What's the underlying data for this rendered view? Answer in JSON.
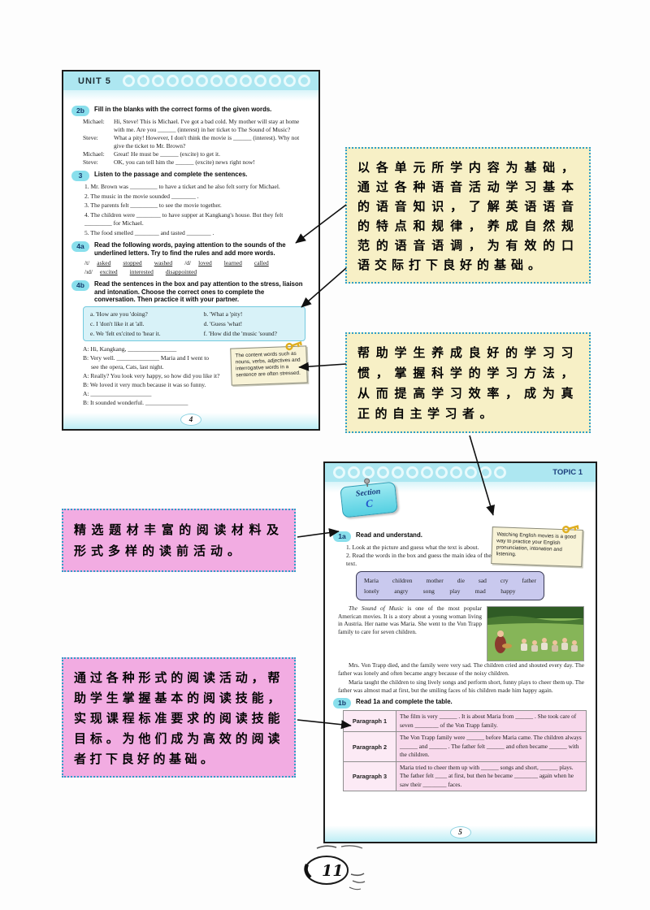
{
  "page1": {
    "header": "UNIT 5",
    "page_number": "4",
    "ex2b": {
      "num": "2b",
      "title": "Fill in the blanks with the correct forms of the given words.",
      "lines": [
        {
          "speaker": "Michael:",
          "text": "Hi, Steve! This is Michael. I've got a bad cold. My mother will stay at home with me. Are you ______ (interest) in her ticket to The Sound of Music?"
        },
        {
          "speaker": "Steve:",
          "text": "What a pity! However, I don't think the movie is ______ (interest). Why not give the ticket to Mr. Brown?"
        },
        {
          "speaker": "Michael:",
          "text": "Great! He must be ______ (excite) to get it."
        },
        {
          "speaker": "Steve:",
          "text": "OK, you can tell him the ______ (excite) news right now!"
        }
      ]
    },
    "ex3": {
      "num": "3",
      "title": "Listen to the passage and complete the sentences.",
      "items": [
        "1. Mr. Brown was _________ to have a ticket and he also felt sorry for Michael.",
        "2. The music in the movie sounded ________ .",
        "3. The parents felt _________ to see the movie together.",
        "4. The children were ________ to have supper at Kangkang's house. But they felt _________ for Michael.",
        "5. The food smelled ________ and tasted ________ ."
      ]
    },
    "ex4a": {
      "num": "4a",
      "title": "Read the following words, paying attention to the sounds of the underlined letters. Try to find the rules and add more words.",
      "row1": [
        "/t/",
        "asked",
        "stopped",
        "washed",
        "/d/",
        "loved",
        "learned",
        "called"
      ],
      "row2": [
        "/ɪd/",
        "excited",
        "interested",
        "disappointed"
      ]
    },
    "ex4b": {
      "num": "4b",
      "title": "Read the sentences in the box and pay attention to the stress, liaison and intonation. Choose the correct ones to complete the conversation. Then practice it with your partner.",
      "box": [
        "a. 'How are you 'doing?",
        "b. 'What a 'pity!",
        "c. I 'don't like it at 'all.",
        "d. 'Guess 'what!",
        "e. We 'felt ex'cited to 'hear it.",
        "f. 'How did the 'music 'sound?"
      ],
      "dialog": [
        "A: Hi, Kangkang, ________________",
        "B: Very well. ______________ Maria and I went to",
        "see the opera, Cats, last night.",
        "A: Really? You look very happy, so how did you like it?",
        "B: We loved it very much because it was so funny.",
        "A: ____________________",
        "B: It sounded wonderful. ______________"
      ],
      "note": "The content words such as nouns, verbs, adjectives and interrogative words in a sentence are often stressed."
    }
  },
  "page2": {
    "header": "TOPIC 1",
    "page_number": "5",
    "section_badge": {
      "line1": "Section",
      "line2": "C"
    },
    "ex1a": {
      "num": "1a",
      "title": "Read and understand.",
      "items": [
        "1. Look at the picture and guess what the text is about.",
        "2. Read the words in the box and guess the main idea of the text."
      ],
      "note": "Watching English movies is a good way to practice your English pronunciation, intonation and listening.",
      "wordbox_row1": [
        "Maria",
        "children",
        "mother",
        "die",
        "sad",
        "cry",
        "father"
      ],
      "wordbox_row2": [
        "lonely",
        "angry",
        "song",
        "play",
        "mad",
        "happy"
      ],
      "passage_p1_italic": "The Sound of Music",
      "passage_p1": " is one of the most popular American movies. It is a story about a young woman living in Austria. Her name was Maria. She went to the Von Trapp family to care for seven children.",
      "passage_p2": "Mrs. Von Trapp died, and the family were very sad. The children cried and shouted every day. The father was lonely and often became angry because of the noisy children.",
      "passage_p3": "Maria taught the children to sing lively songs and perform short, funny plays to cheer them up. The father was almost mad at first, but the smiling faces of his children made him happy again."
    },
    "ex1b": {
      "num": "1b",
      "title": "Read 1a and complete the table.",
      "table": [
        {
          "label": "Paragraph 1",
          "text": "The film is very ______ . It is about Maria from ______ . She took care of seven ________ of the Von Trapp family."
        },
        {
          "label": "Paragraph 2",
          "text": "The Von Trapp family were ______ before Maria came. The children always ______ and ______ . The father felt ______ and often became ______ with the children."
        },
        {
          "label": "Paragraph 3",
          "text": "Maria tried to cheer them up with ______ songs and short, ______ plays. The father felt ____ at first, but then he became ________ again when he saw their ________ faces."
        }
      ]
    }
  },
  "callouts": {
    "phonetics": "以各单元所学内容为基础，通过各种语音活动学习基本的语音知识，了解英语语音的特点和规律，养成自然规范的语音语调，为有效的口语交际打下良好的基础。",
    "habits": "帮助学生养成良好的学习习惯，掌握科学的学习方法，从而提高学习效率，成为真正的自主学习者。",
    "materials": "精选题材丰富的阅读材料及形式多样的读前活动。",
    "reading": "通过各种形式的阅读活动，帮助学生掌握基本的阅读技能，实现课程标准要求的阅读技能目标。为他们成为高效的阅读者打下良好的基础。"
  },
  "footer": {
    "page_number": "11"
  },
  "colors": {
    "header_cyan": "#ade7f1",
    "callout_yellow": "#f7f0c6",
    "callout_pink": "#f2ace2",
    "callout_border": "#2e9fc8",
    "sentence_box_cyan": "#d8f2f8",
    "wordbox_lavender": "#c9c9ee",
    "table_pink": "#f8d9ec",
    "note_yellow": "#f8f3d7",
    "badge_cyan": "#89dfec"
  }
}
